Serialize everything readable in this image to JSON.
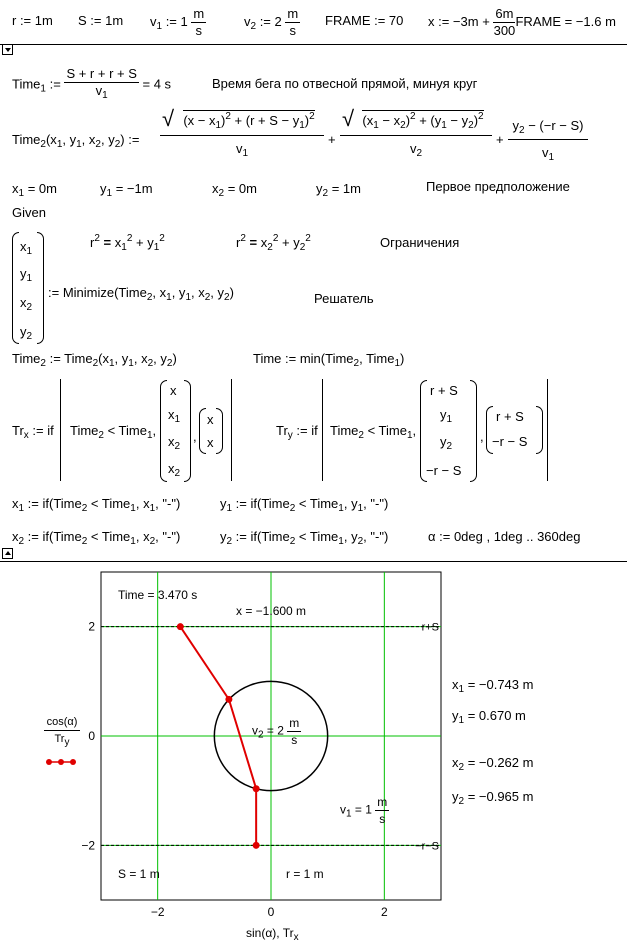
{
  "defs": {
    "r": "r := 1m",
    "S": "S := 1m",
    "v1_lhs": "v",
    "v1_sub": "1",
    "v1_val": ":= 1",
    "v2_lhs": "v",
    "v2_sub": "2",
    "v2_val": ":= 2",
    "unit_num": "m",
    "unit_den": "s",
    "frame": "FRAME := 70",
    "x_pre": "x := −3m +",
    "x_num": "6m",
    "x_den": "300",
    "x_post": "FRAME = −1.6 m"
  },
  "time1": {
    "lhs": "Time",
    "sub": "1",
    "assign": ":=",
    "num": "S + r + r + S",
    "den_v": "v",
    "den_sub": "1",
    "result": "= 4 s",
    "comment": "Время бега по отвесной прямой, минуя круг"
  },
  "time2": {
    "lhs": "Time",
    "sub": "2",
    "args": "(x",
    "term1_num": "(x − x",
    "term1_mid": ")² + (r + S − y",
    "term1_end": ")²",
    "term2_num": "(x",
    "term2_mid": " − x",
    "term2_a": ")² + (y",
    "term2_b": " − y",
    "term2_end": ")²",
    "term3_num": "y",
    "term3_rest": " − (−r − S)"
  },
  "guess": {
    "x1": "= 0m",
    "y1": "= −1m",
    "x2": "= 0m",
    "y2": "= 1m",
    "comment": "Первое предположение"
  },
  "given": "Given",
  "constraint_label": "Ограничения",
  "minimize": "= Minimize(Time",
  "minimize_args": ", x",
  "solver_label": "Решатель",
  "time_line": {
    "lhs": "Time",
    "mid": "= Time",
    "time": "Time := min(Time",
    "time_end": ", Time"
  },
  "tr": {
    "trx": "Tr",
    "trx_sub": "x",
    "try_sub": "y",
    "cond": ":= if(Time",
    "lt": " < Time",
    "xcol": [
      "x",
      "x1",
      "x2",
      "x2"
    ],
    "xalt": [
      "x",
      "x"
    ],
    "ycol": [
      "r + S",
      "y1",
      "y2",
      "−r − S"
    ],
    "yalt": [
      "r + S",
      "−r − S"
    ]
  },
  "ifs": {
    "x1": "= if(Time",
    "str": ", \"-\")",
    "alpha": "α := 0deg , 1deg .. 360deg"
  },
  "chart_data": {
    "type": "line",
    "xlim": [
      -3,
      3
    ],
    "ylim": [
      -3,
      3
    ],
    "xticks": [
      "−2",
      "0",
      "2"
    ],
    "yticks": [
      "2",
      "0",
      "−2"
    ],
    "grid": true,
    "xlabel": "sin(α), Tr",
    "xlabel_sub": "x",
    "ylabel_num": "cos(α)",
    "ylabel_den": "Tr",
    "ylabel_den_sub": "y",
    "series": [
      {
        "kind": "circle",
        "r": 1
      },
      {
        "kind": "path",
        "x": [
          -1.6,
          -0.743,
          -0.262,
          -0.262
        ],
        "y": [
          2,
          0.67,
          -0.965,
          -2
        ]
      }
    ],
    "hlines": [
      2,
      -2
    ],
    "hline_labels": [
      "r+S",
      "−r−S"
    ],
    "annotations": {
      "time": "Time = 3.470 s",
      "xval": "x = −1.600 m",
      "v2": "v",
      "v2_sub": "2",
      "v2_val": " = 2",
      "v1": "v",
      "v1_sub": "1",
      "v1_val": " = 1",
      "S": "S = 1 m",
      "r": "r = 1 m"
    },
    "colors": {
      "grid": "#00c000",
      "series": "#e00000",
      "circle": "#000000"
    }
  },
  "results": {
    "x1": "= −0.743 m",
    "y1": "= 0.670 m",
    "x2": "= −0.262 m",
    "y2": "= −0.965 m"
  }
}
